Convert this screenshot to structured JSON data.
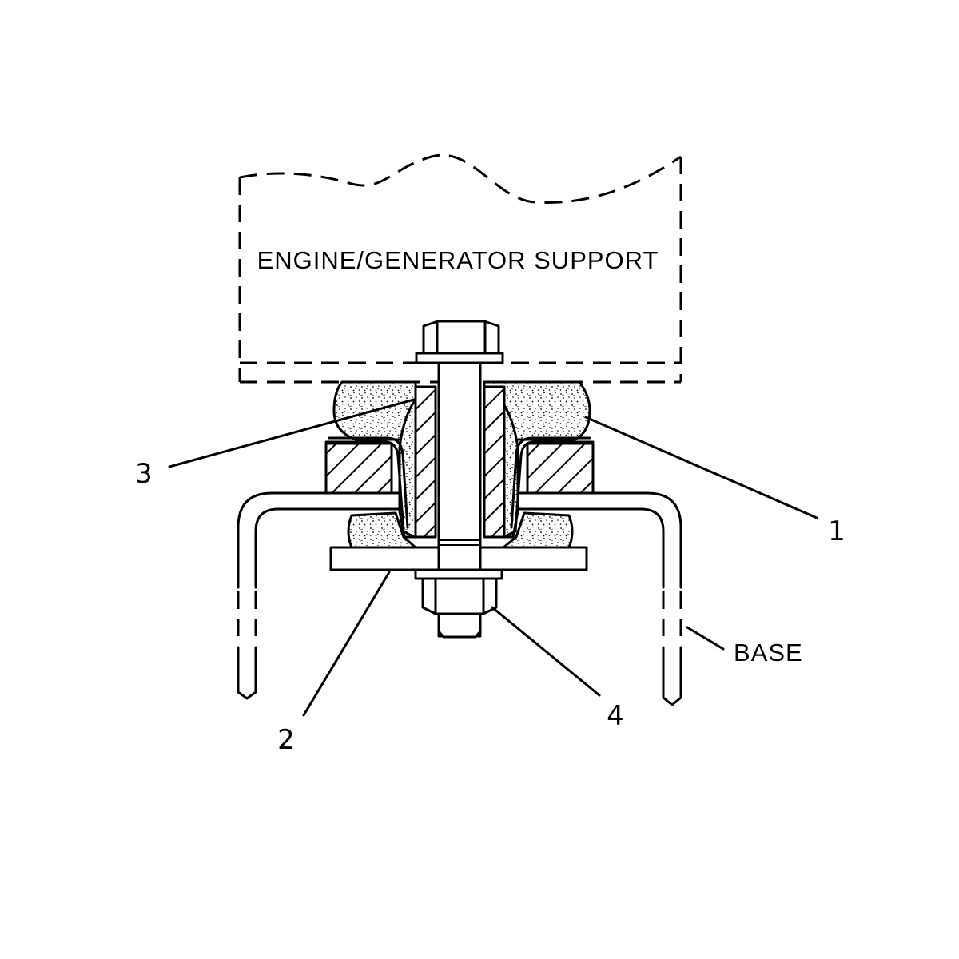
{
  "diagram": {
    "support_label": "ENGINE/GENERATOR SUPPORT",
    "base_label": "BASE",
    "callouts": [
      {
        "id": "1",
        "label": "1"
      },
      {
        "id": "2",
        "label": "2"
      },
      {
        "id": "3",
        "label": "3"
      },
      {
        "id": "4",
        "label": "4"
      }
    ]
  },
  "colors": {
    "line": "#000000",
    "background": "#ffffff"
  }
}
